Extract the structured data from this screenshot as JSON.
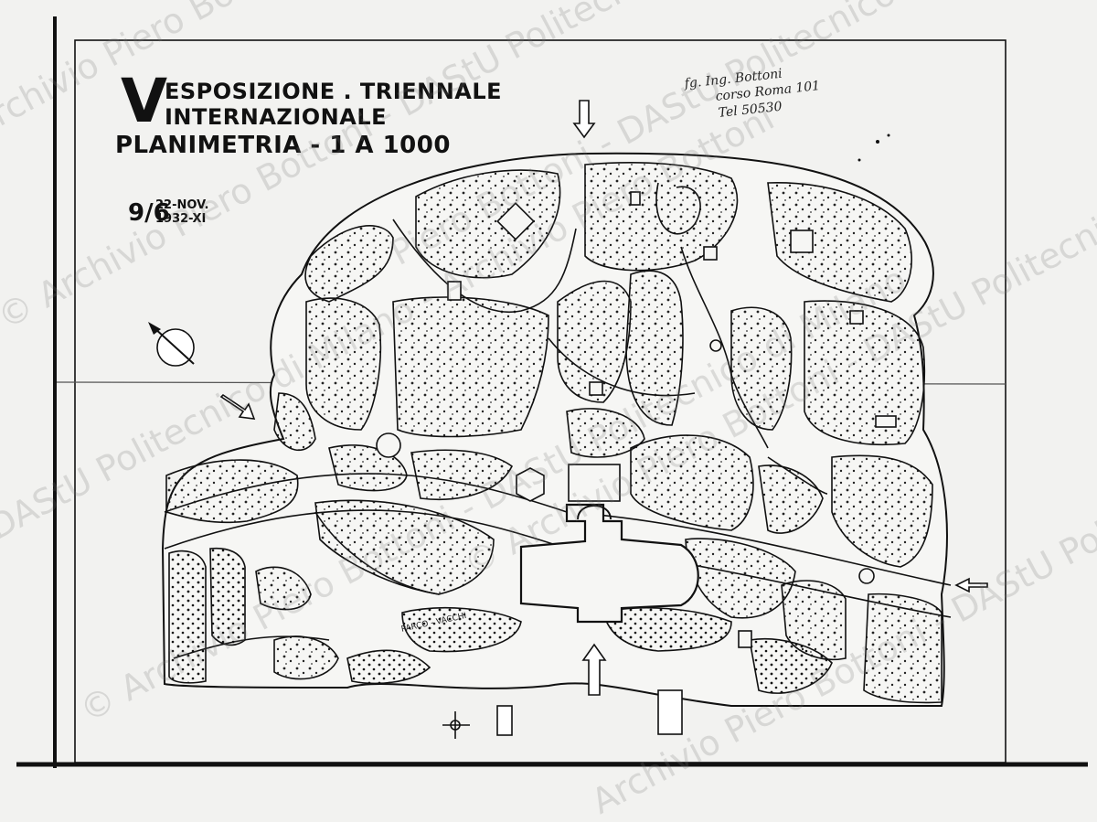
{
  "title": {
    "numeral": "V",
    "line1": "ESPOSIZIONE . TRIENNALE",
    "line2": "INTERNAZIONALE"
  },
  "subtitle": "PLANIMETRIA - 1 A 1000",
  "date": {
    "fraction": "9/6",
    "day_month": "22-NOV.",
    "year": "1932-XI"
  },
  "signature": {
    "line1": "fg. Ing. Bottoni",
    "line2": "corso Roma 101",
    "line3": "Tel 50530"
  },
  "map_labels": {
    "parco": "PARCO - VACCHI"
  },
  "watermark": [
    "Archivio Piero Bottoni - DAStU Politecnico di Milano",
    "© Archivio Piero Bottoni - DAStU Politecnico di Milano",
    "DAStU Politecnico di Milano - Archivio Piero Bottoni",
    "© Archivio Piero Bottoni - DAStU Politecnico di Milano",
    "Piero Bottoni - DAStU Politecnico di Milano",
    "© Archivio Piero Bottoni - DAStU Politecnico di Milano",
    "Archivio Piero Bottoni - DAStU Politecnico di Milano"
  ],
  "colors": {
    "paper": "#f2f2f0",
    "ink": "#111111",
    "watermark": "#9a9a9a"
  },
  "icons": [
    "north-arrow-icon",
    "compass-rose-icon",
    "entrance-arrow-icon"
  ]
}
